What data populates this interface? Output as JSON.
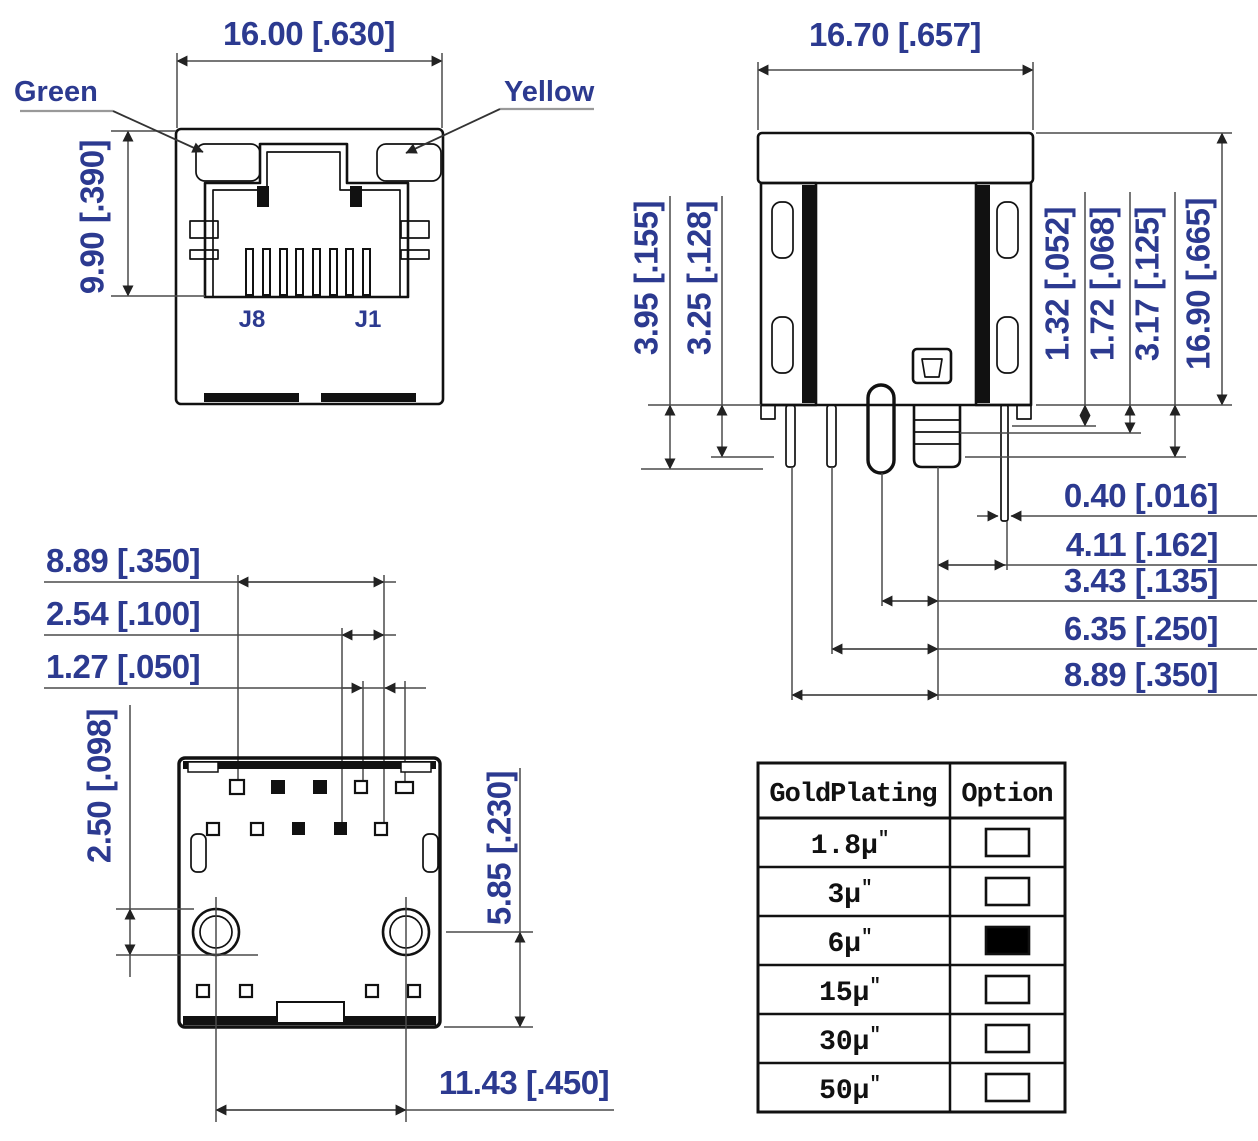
{
  "front_view": {
    "width_dim": "16.00 [.630]",
    "height_dim": "9.90 [.390]",
    "led_left_label": "Green",
    "led_right_label": "Yellow",
    "pin_left_label": "J8",
    "pin_right_label": "J1"
  },
  "side_view": {
    "width_dim": "16.70 [.657]",
    "left_dims": [
      "3.95 [.155]",
      "3.25 [.128]"
    ],
    "right_dims": [
      "1.32 [.052]",
      "1.72 [.068]",
      "3.17 [.125]",
      "16.90 [.665]"
    ],
    "bottom_dims": [
      "0.40 [.016]",
      "4.11 [.162]",
      "3.43 [.135]",
      "6.35 [.250]",
      "8.89 [.350]"
    ]
  },
  "bottom_view": {
    "top_dims": [
      "8.89 [.350]",
      "2.54 [.100]",
      "1.27 [.050]"
    ],
    "left_dim": "2.50 [.098]",
    "right_dim": "5.85 [.230]",
    "bottom_dim": "11.43 [.450]"
  },
  "table": {
    "headers": [
      "GoldPlating",
      "Option"
    ],
    "unit_quote": "\"",
    "rows": [
      {
        "label": "1.8µ",
        "selected": false
      },
      {
        "label": "3µ",
        "selected": false
      },
      {
        "label": "6µ",
        "selected": true
      },
      {
        "label": "15µ",
        "selected": false
      },
      {
        "label": "30µ",
        "selected": false
      },
      {
        "label": "50µ",
        "selected": false
      }
    ]
  },
  "colors": {
    "dimension_text": "#2c3a90",
    "drawing_lines": "#111111",
    "selected_option_fill": "#000000"
  }
}
